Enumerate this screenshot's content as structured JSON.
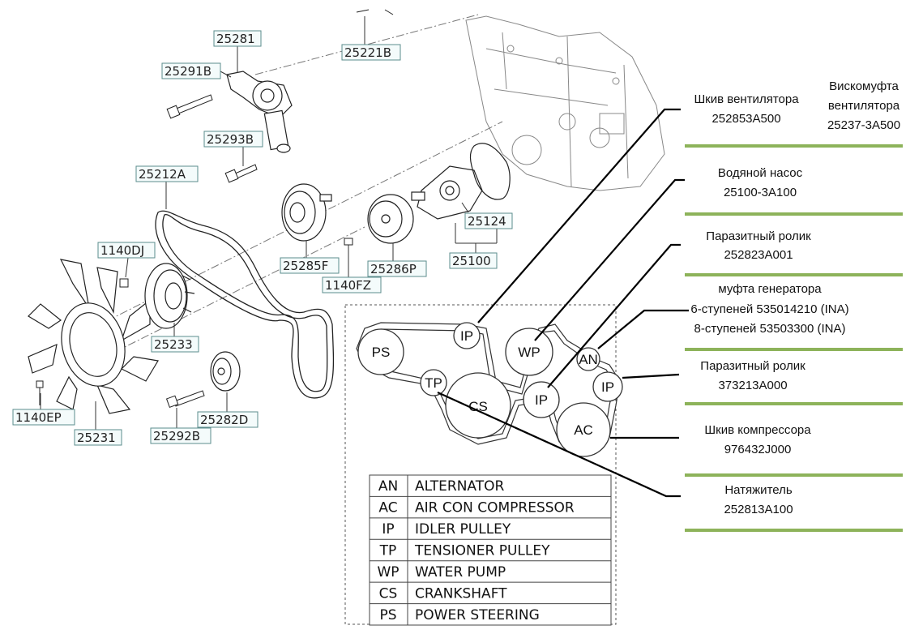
{
  "part_numbers": {
    "p25221B": "25221B",
    "p25281": "25281",
    "p25291B": "25291B",
    "p25293B": "25293B",
    "p25212A": "25212A",
    "p1140DJ": "1140DJ",
    "p1140EP": "1140EP",
    "p25231": "25231",
    "p25233": "25233",
    "p25285F": "25285F",
    "p25286P": "25286P",
    "p1140FZ": "1140FZ",
    "p25124": "25124",
    "p25100": "25100",
    "p25282D": "25282D",
    "p25292B": "25292B"
  },
  "pulleys": {
    "ps": "PS",
    "ip1": "IP",
    "wp": "WP",
    "tp": "TP",
    "cs": "CS",
    "ip2": "IP",
    "an": "AN",
    "ip3": "IP",
    "ac": "AC"
  },
  "legend": [
    {
      "code": "AN",
      "name": "ALTERNATOR"
    },
    {
      "code": "AC",
      "name": "AIR CON COMPRESSOR"
    },
    {
      "code": "IP",
      "name": "IDLER PULLEY"
    },
    {
      "code": "TP",
      "name": " TENSIONER PULLEY"
    },
    {
      "code": "WP",
      "name": " WATER PUMP"
    },
    {
      "code": "CS",
      "name": "CRANKSHAFT"
    },
    {
      "code": "PS",
      "name": "POWER STEERING"
    }
  ],
  "annotations": {
    "fan_pulley_name": "Шкив вентилятора",
    "fan_pulley_code": "252853A500",
    "viscous_line1": "Вискомуфта",
    "viscous_line2": "вентилятора",
    "viscous_code": "25237-3A500",
    "water_pump_name": "Водяной насос",
    "water_pump_code": "25100-3A100",
    "idler1_name": "Паразитный ролик",
    "idler1_code": "252823A001",
    "alt_clutch_name": "муфта генератора",
    "alt_clutch_6": "6-ступеней 535014210 (INA)",
    "alt_clutch_8": "8-ступеней 53503300 (INA)",
    "idler2_name": "Паразитный ролик",
    "idler2_code": "373213A000",
    "compressor_name": "Шкив компрессора",
    "compressor_code": "976432J000",
    "tensioner_name": "Натяжитель",
    "tensioner_code": "252813A100"
  },
  "colors": {
    "divider": "#8db35a",
    "label_box": "#5b8c8c"
  }
}
